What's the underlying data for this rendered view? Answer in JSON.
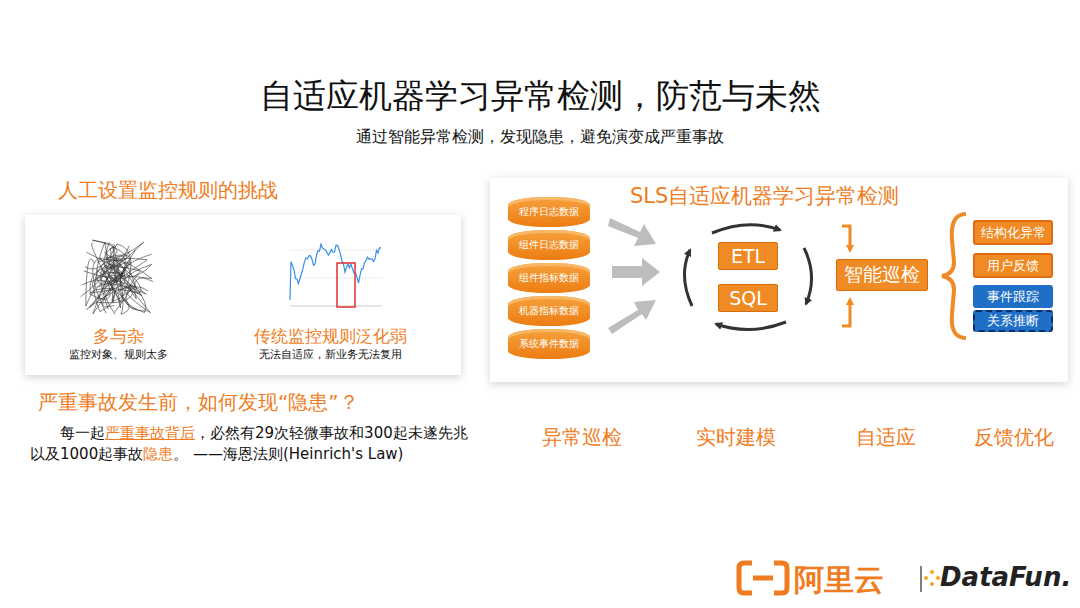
{
  "diagram": {
    "title": "自适应机器学习异常检测，防范与未然",
    "nodes": [
      {
        "text": [
          "人工设置监控规则的挑战",
          "多与杂",
          "监控对象、规则太多",
          "传统监控规则泛化弱",
          "无法自适应，新业务无法复用"
        ]
      },
      {
        "text": [
          "SLS自适应机器学习异常检测"
        ]
      },
      {
        "text": [
          "程序日志数据"
        ],
        "in": 1
      },
      {
        "text": [
          "组件日志数据"
        ],
        "in": 1
      },
      {
        "text": [
          "组件指标数据"
        ],
        "in": 1
      },
      {
        "text": [
          "机器指标数据"
        ],
        "in": 1
      },
      {
        "text": [
          "系统事件数据"
        ],
        "in": 1
      },
      {
        "text": [
          "ETL"
        ],
        "in": 1
      },
      {
        "text": [
          "SQL"
        ],
        "in": 1
      },
      {
        "text": [
          "智能巡检"
        ],
        "in": 1
      },
      {
        "text": [
          "结构化异常"
        ],
        "in": 1
      },
      {
        "text": [
          "用户反馈"
        ],
        "in": 1
      },
      {
        "text": [
          "事件跟踪"
        ],
        "in": 1
      },
      {
        "text": [
          "关系推断"
        ],
        "in": 1
      }
    ],
    "labels": [
      "通过智能异常检测，发现隐患，避免演变成严重事故",
      "严重事故发生前，如何发现“隐患”？",
      "每一起",
      "严重事故背后",
      "，必然有29次轻微事故和300起未遂先兆以及1000起事故",
      "隐患",
      "。 ——海恩法则(Heinrich's Law)",
      "异常巡检",
      "实时建模",
      "自适应",
      "反馈优化",
      "阿里云",
      "DataFun."
    ]
  }
}
